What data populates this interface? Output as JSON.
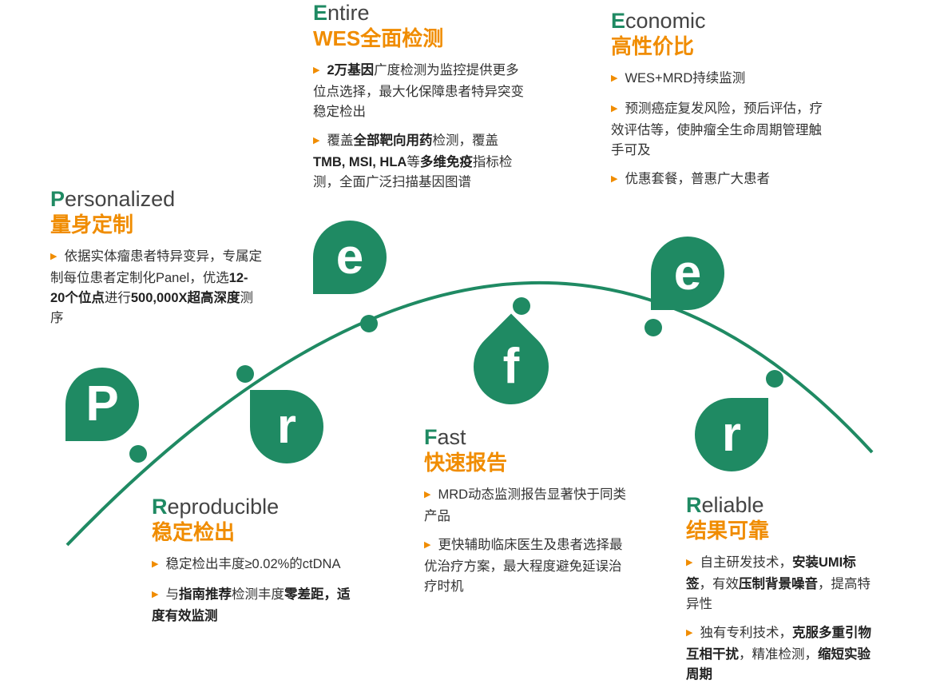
{
  "colors": {
    "green": "#1f8a63",
    "orange": "#f08c00",
    "text": "#333333"
  },
  "pins": [
    {
      "id": "p",
      "letter": "P"
    },
    {
      "id": "r1",
      "letter": "r"
    },
    {
      "id": "e1",
      "letter": "e"
    },
    {
      "id": "f",
      "letter": "f"
    },
    {
      "id": "e2",
      "letter": "e"
    },
    {
      "id": "r2",
      "letter": "r"
    }
  ],
  "sections": [
    {
      "id": "personalized",
      "en_initial": "P",
      "en_rest": "ersonalized",
      "cn": "量身定制",
      "bullets": [
        [
          {
            "t": "依据实体瘤患者特异变异，专属定制每位患者定制化Panel，优选"
          },
          {
            "t": "12-20个位点",
            "b": true
          },
          {
            "t": "进行"
          },
          {
            "t": "500,000X超高深度",
            "b": true
          },
          {
            "t": "测序"
          }
        ]
      ]
    },
    {
      "id": "entire",
      "en_initial": "E",
      "en_rest": "ntire",
      "cn": "WES全面检测",
      "bullets": [
        [
          {
            "t": "2万基因",
            "b": true
          },
          {
            "t": "广度检测为监控提供更多位点选择，最大化保障患者特异突变稳定检出"
          }
        ],
        [
          {
            "t": "覆盖"
          },
          {
            "t": "全部靶向用药",
            "b": true
          },
          {
            "t": "检测，覆盖"
          },
          {
            "t": "TMB, MSI, HLA",
            "b": true
          },
          {
            "t": "等"
          },
          {
            "t": "多维免疫",
            "b": true
          },
          {
            "t": "指标检测，全面广泛扫描基因图谱"
          }
        ]
      ]
    },
    {
      "id": "economic",
      "en_initial": "E",
      "en_rest": "conomic",
      "cn": "高性价比",
      "bullets": [
        [
          {
            "t": "WES+MRD持续监测"
          }
        ],
        [
          {
            "t": "预测癌症复发风险，预后评估，疗效评估等，使肿瘤全生命周期管理触手可及"
          }
        ],
        [
          {
            "t": "优惠套餐，普惠广大患者"
          }
        ]
      ]
    },
    {
      "id": "fast",
      "en_initial": "F",
      "en_rest": "ast",
      "cn": "快速报告",
      "bullets": [
        [
          {
            "t": "MRD动态监测报告显著快于同类产品"
          }
        ],
        [
          {
            "t": "更快辅助临床医生及患者选择最优治疗方案，最大程度避免延误治疗时机"
          }
        ]
      ]
    },
    {
      "id": "reproducible",
      "en_initial": "R",
      "en_rest": "eproducible",
      "cn": "稳定检出",
      "bullets": [
        [
          {
            "t": "稳定检出丰度≥0.02%的ctDNA"
          }
        ],
        [
          {
            "t": "与"
          },
          {
            "t": "指南推荐",
            "b": true
          },
          {
            "t": "检测丰度"
          },
          {
            "t": "零差距，适度有效监测",
            "b": true
          }
        ]
      ]
    },
    {
      "id": "reliable",
      "en_initial": "R",
      "en_rest": "eliable",
      "cn": "结果可靠",
      "bullets": [
        [
          {
            "t": "自主研发技术，"
          },
          {
            "t": "安装UMI标签",
            "b": true
          },
          {
            "t": "，有效"
          },
          {
            "t": "压制背景噪音",
            "b": true
          },
          {
            "t": "，提高特异性"
          }
        ],
        [
          {
            "t": "独有专利技术，"
          },
          {
            "t": "克服多重引物互相干扰",
            "b": true
          },
          {
            "t": "，精准检测，"
          },
          {
            "t": "缩短实验周期",
            "b": true
          }
        ]
      ]
    }
  ]
}
